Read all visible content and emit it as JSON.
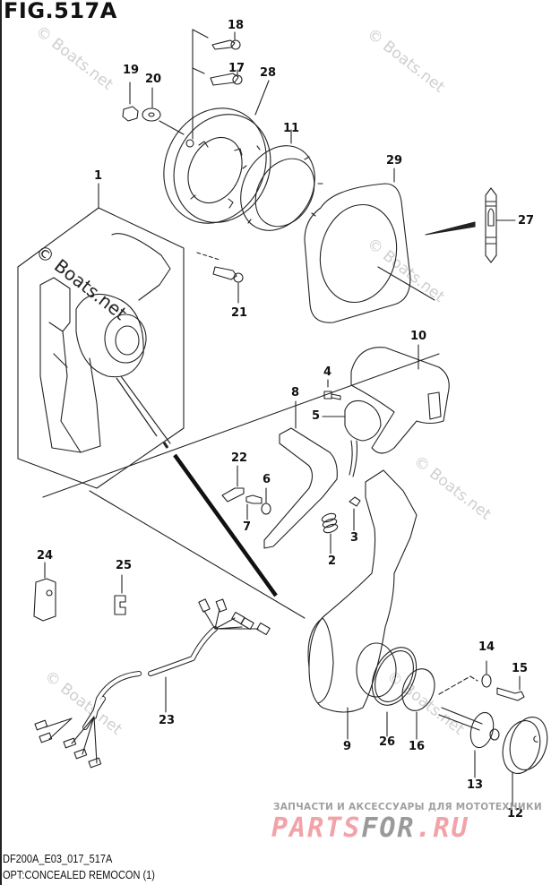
{
  "figure": {
    "title": "FIG.517A",
    "code": "DF200A_E03_017_517A",
    "caption": "OPT:CONCEALED REMOCON (1)"
  },
  "callouts": [
    {
      "id": "c1",
      "label": "1"
    },
    {
      "id": "c2",
      "label": "2"
    },
    {
      "id": "c3",
      "label": "3"
    },
    {
      "id": "c4",
      "label": "4"
    },
    {
      "id": "c5",
      "label": "5"
    },
    {
      "id": "c6",
      "label": "6"
    },
    {
      "id": "c7",
      "label": "7"
    },
    {
      "id": "c8",
      "label": "8"
    },
    {
      "id": "c9",
      "label": "9"
    },
    {
      "id": "c10",
      "label": "10"
    },
    {
      "id": "c11",
      "label": "11"
    },
    {
      "id": "c12",
      "label": "12"
    },
    {
      "id": "c13",
      "label": "13"
    },
    {
      "id": "c14",
      "label": "14"
    },
    {
      "id": "c15",
      "label": "15"
    },
    {
      "id": "c16",
      "label": "16"
    },
    {
      "id": "c17",
      "label": "17"
    },
    {
      "id": "c18",
      "label": "18"
    },
    {
      "id": "c19",
      "label": "19"
    },
    {
      "id": "c20",
      "label": "20"
    },
    {
      "id": "c21",
      "label": "21"
    },
    {
      "id": "c22",
      "label": "22"
    },
    {
      "id": "c23",
      "label": "23"
    },
    {
      "id": "c24",
      "label": "24"
    },
    {
      "id": "c25",
      "label": "25"
    },
    {
      "id": "c26",
      "label": "26"
    },
    {
      "id": "c27",
      "label": "27"
    },
    {
      "id": "c28",
      "label": "28"
    },
    {
      "id": "c29",
      "label": "29"
    }
  ],
  "watermarks": {
    "boats": "© Boats.net",
    "ru_tagline": "ЗАПЧАСТИ И АКСЕССУАРЫ ДЛЯ МОТОТЕХНИКИ",
    "ru_logo_part1": "PARTS",
    "ru_logo_part2": "FOR",
    "ru_logo_part3": ".RU"
  }
}
